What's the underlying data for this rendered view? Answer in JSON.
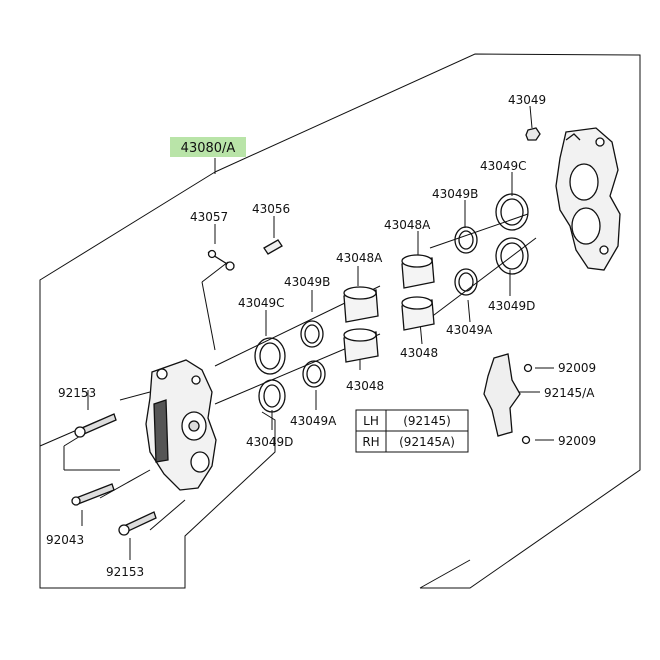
{
  "main_part": {
    "number": "43080/A",
    "highlight": "#b9e4a8"
  },
  "labels": {
    "p43049_top": "43049",
    "p43049c_right": "43049C",
    "p43049b_right": "43049B",
    "p43048a_right": "43048A",
    "p43049d_right": "43049D",
    "p43049a_right": "43049A",
    "p43048_right": "43048",
    "p43057": "43057",
    "p43056": "43056",
    "p43048a_left": "43048A",
    "p43049b_left": "43049B",
    "p43049c_left": "43049C",
    "p43048_left": "43048",
    "p43049a_left": "43049A",
    "p43049d_left": "43049D",
    "p92153_top": "92153",
    "p92043": "92043",
    "p92153_bottom": "92153",
    "p92009_top": "92009",
    "p92145a": "92145/A",
    "p92009_bottom": "92009"
  },
  "side_table": {
    "rows": [
      {
        "side": "LH",
        "part": "(92145)"
      },
      {
        "side": "RH",
        "part": "(92145A)"
      }
    ]
  }
}
